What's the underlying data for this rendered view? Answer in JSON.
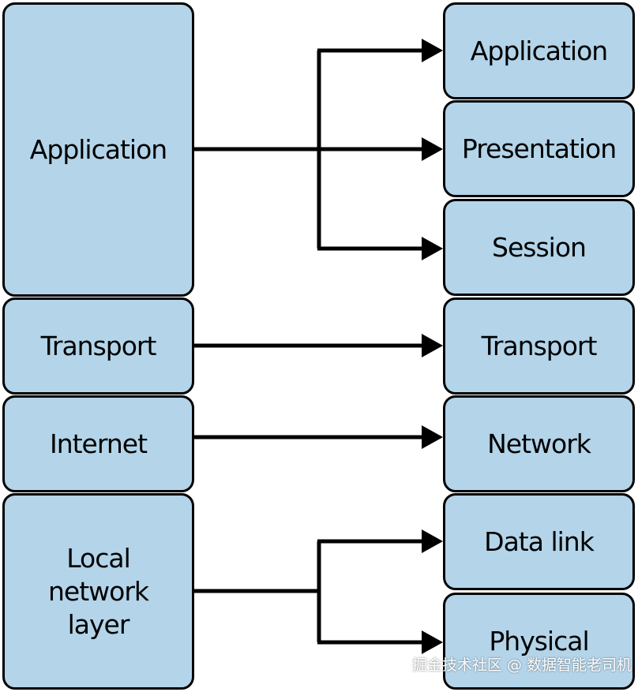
{
  "tcpip_layers": [
    {
      "label": "Application"
    },
    {
      "label": "Transport"
    },
    {
      "label": "Internet"
    },
    {
      "label": "Local\nnetwork\nlayer"
    }
  ],
  "osi_layers": [
    {
      "label": "Application"
    },
    {
      "label": "Presentation"
    },
    {
      "label": "Session"
    },
    {
      "label": "Transport"
    },
    {
      "label": "Network"
    },
    {
      "label": "Data link"
    },
    {
      "label": "Physical"
    }
  ],
  "mappings": [
    {
      "from": "Application",
      "to": [
        "Application",
        "Presentation",
        "Session"
      ]
    },
    {
      "from": "Transport",
      "to": [
        "Transport"
      ]
    },
    {
      "from": "Internet",
      "to": [
        "Network"
      ]
    },
    {
      "from": "Local\nnetwork\nlayer",
      "to": [
        "Data link",
        "Physical"
      ]
    }
  ],
  "colors": {
    "box_fill": "#b3d4e9",
    "stroke": "#000000"
  },
  "watermark": "掘金技术社区 @ 数据智能老司机"
}
